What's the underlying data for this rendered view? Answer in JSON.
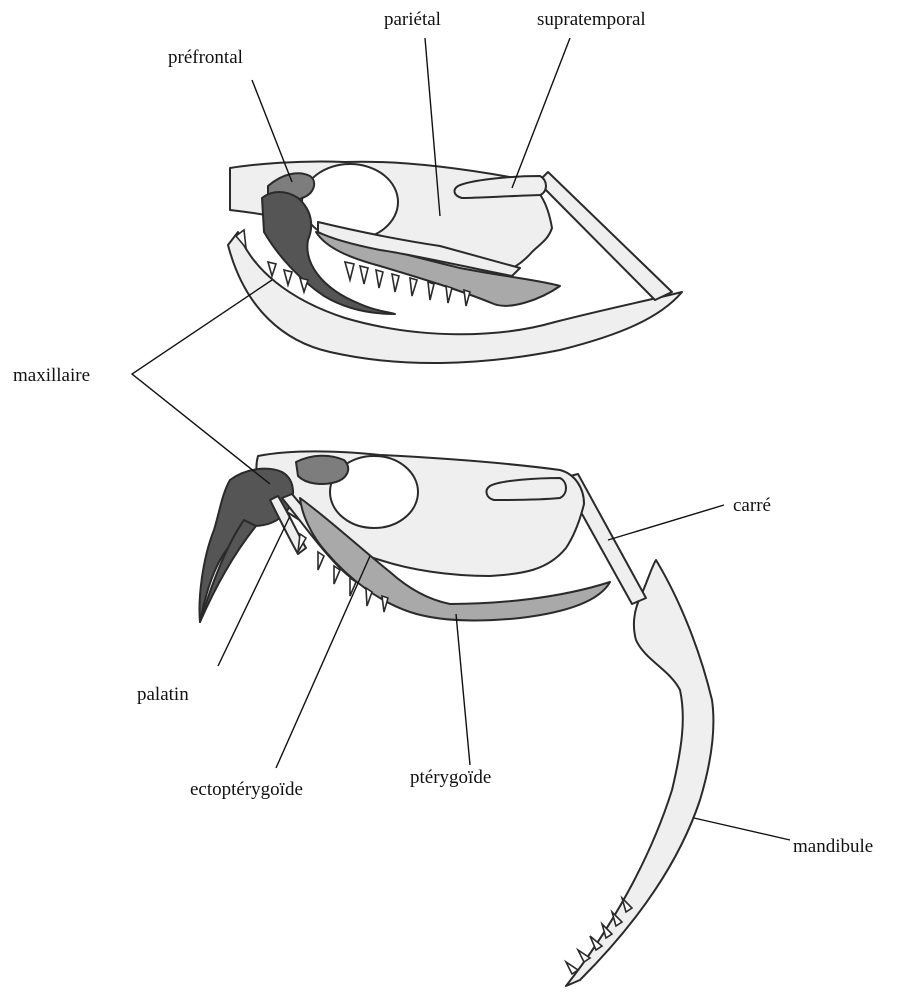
{
  "labels": {
    "prefrontal": "préfrontal",
    "parietal": "pariétal",
    "supratemporal": "supratemporal",
    "maxillaire": "maxillaire",
    "carre": "carré",
    "palatin": "palatin",
    "ectopterygoide": "ectoptérygoïde",
    "pterygoide": "ptérygoïde",
    "mandibule": "mandibule"
  },
  "colors": {
    "bone_fill": "#efefef",
    "highlight_dark": "#7d7d7d",
    "highlight_darker": "#555555",
    "highlight_mid": "#a9a9a9",
    "outline": "#2a2a2a"
  }
}
